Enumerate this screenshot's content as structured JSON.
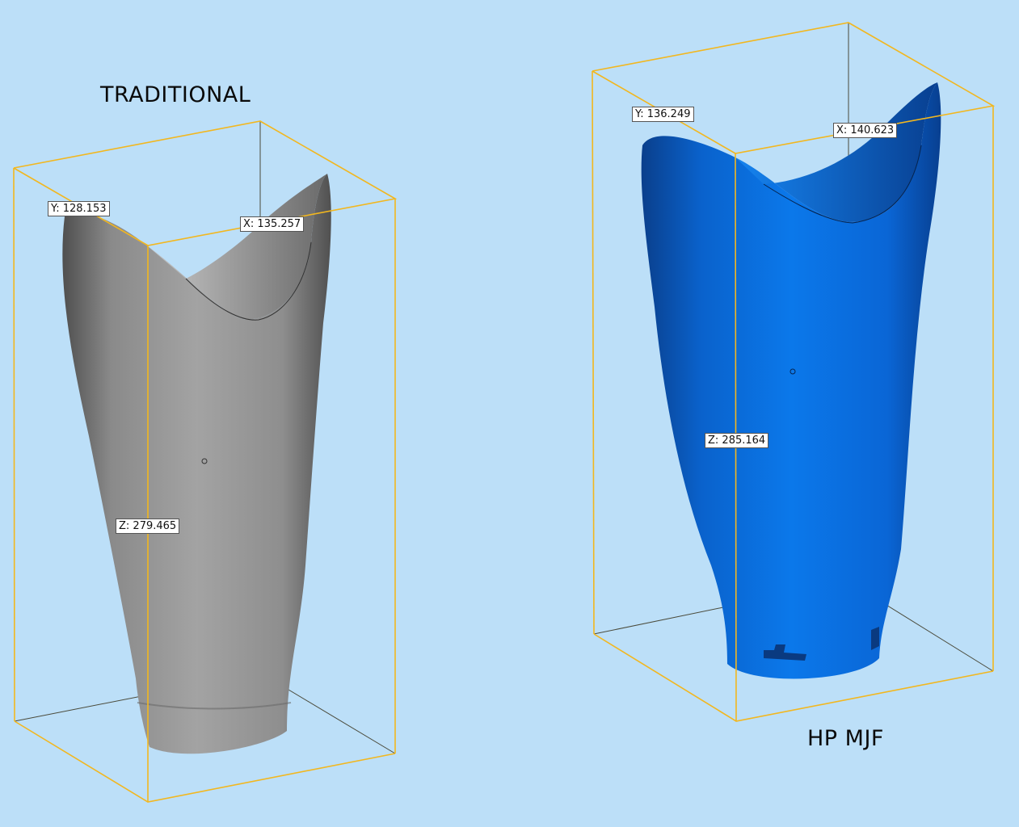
{
  "background_color": "#bcdff8",
  "bbox_color": "#f2b71f",
  "models": [
    {
      "title": "TRADITIONAL",
      "material_color": "#8c8c8c",
      "dimensions": {
        "x": "X: 135.257",
        "y": "Y: 128.153",
        "z": "Z: 279.465"
      }
    },
    {
      "title": "HP MJF",
      "material_color": "#0a6fe0",
      "dimensions": {
        "x": "X: 140.623",
        "y": "Y: 136.249",
        "z": "Z: 285.164"
      }
    }
  ]
}
